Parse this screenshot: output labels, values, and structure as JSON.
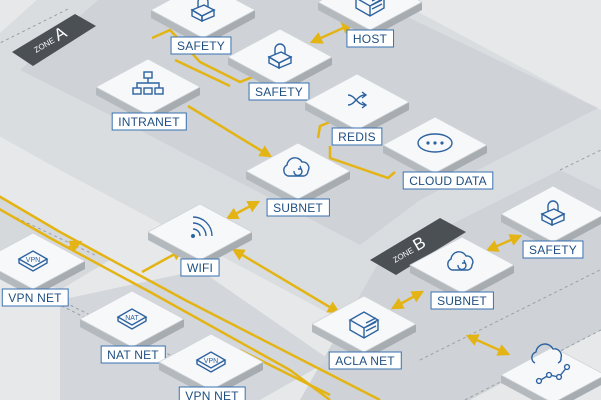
{
  "zones": [
    {
      "id": "zone-a",
      "word": "ZONE",
      "letter": "A"
    },
    {
      "id": "zone-b",
      "word": "ZONE",
      "letter": "B"
    }
  ],
  "nodes": [
    {
      "id": "safety-1",
      "label": "SAFETY",
      "icon": "padlock-icon"
    },
    {
      "id": "safety-2",
      "label": "SAFETY",
      "icon": "padlock-icon"
    },
    {
      "id": "host",
      "label": "HOST",
      "icon": "server-stack-icon"
    },
    {
      "id": "intranet",
      "label": "INTRANET",
      "icon": "network-hierarchy-icon"
    },
    {
      "id": "redis",
      "label": "REDIS",
      "icon": "shuffle-arrows-icon"
    },
    {
      "id": "cloud-data",
      "label": "CLOUD DATA",
      "icon": "ellipsis-icon"
    },
    {
      "id": "subnet-1",
      "label": "SUBNET",
      "icon": "cloud-refresh-icon"
    },
    {
      "id": "wifi",
      "label": "WIFI",
      "icon": "wifi-signal-icon"
    },
    {
      "id": "vpn-net-1",
      "label": "VPN NET",
      "icon": "vpn-shield-icon",
      "icon_text": "VPN"
    },
    {
      "id": "nat-net",
      "label": "NAT NET",
      "icon": "nat-shield-icon",
      "icon_text": "NAT"
    },
    {
      "id": "vpn-net-2",
      "label": "VPN NET",
      "icon": "vpn-shield-icon",
      "icon_text": "VPN"
    },
    {
      "id": "acla-net",
      "label": "ACLA NET",
      "icon": "server-stack-icon"
    },
    {
      "id": "subnet-2",
      "label": "SUBNET",
      "icon": "cloud-refresh-icon"
    },
    {
      "id": "safety-3",
      "label": "SAFETY",
      "icon": "padlock-icon"
    },
    {
      "id": "cloud-workflow",
      "label": "",
      "icon": "cloud-workflow-icon"
    }
  ],
  "colors": {
    "background": "#e6e8ea",
    "zone_area": "#cfd3d7",
    "tile_top": "#f7f8f9",
    "tile_side": "#b4b9be",
    "icon": "#2c62a0",
    "connector": "#e3b414",
    "zone_tag": "#4b5055",
    "label_border": "#3a72b0",
    "dashed_border": "#9aa0a6"
  }
}
